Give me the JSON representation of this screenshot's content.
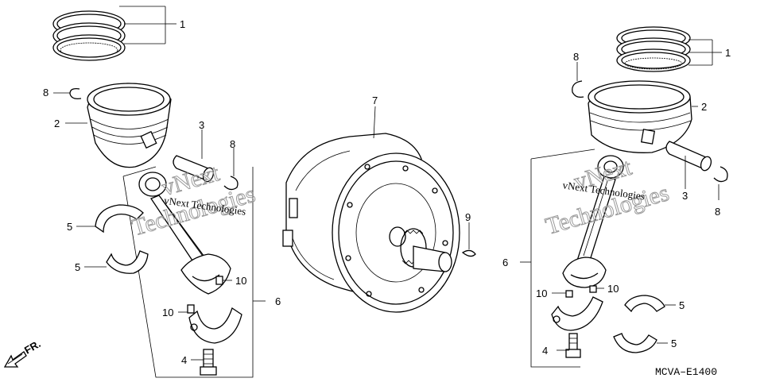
{
  "diagram_code": "MCVA–E1400",
  "front_marker": "FR.",
  "watermark_text_1": "vNext Technologies",
  "watermark_text_2": "vNext Technologies",
  "watermark_outline_1": "vNext",
  "watermark_outline_2": "Technologies",
  "watermark_outline_3": "vNext",
  "watermark_outline_4": "Technologies",
  "callouts": {
    "left_ring": "1",
    "left_piston": "2",
    "left_pin": "3",
    "left_bearing_upper": "5",
    "left_bearing_lower": "5",
    "left_conrod": "6",
    "left_clip_top": "8",
    "left_clip_right": "8",
    "left_bolt": "4",
    "left_nut_a": "10",
    "left_nut_b": "10",
    "crankshaft": "7",
    "key": "9",
    "right_ring": "1",
    "right_piston": "2",
    "right_pin": "3",
    "right_clip_top": "8",
    "right_clip_right": "8",
    "right_conrod": "6",
    "right_nut_a": "10",
    "right_nut_b": "10",
    "right_bolt": "4",
    "right_bearing_upper": "5",
    "right_bearing_lower": "5"
  }
}
